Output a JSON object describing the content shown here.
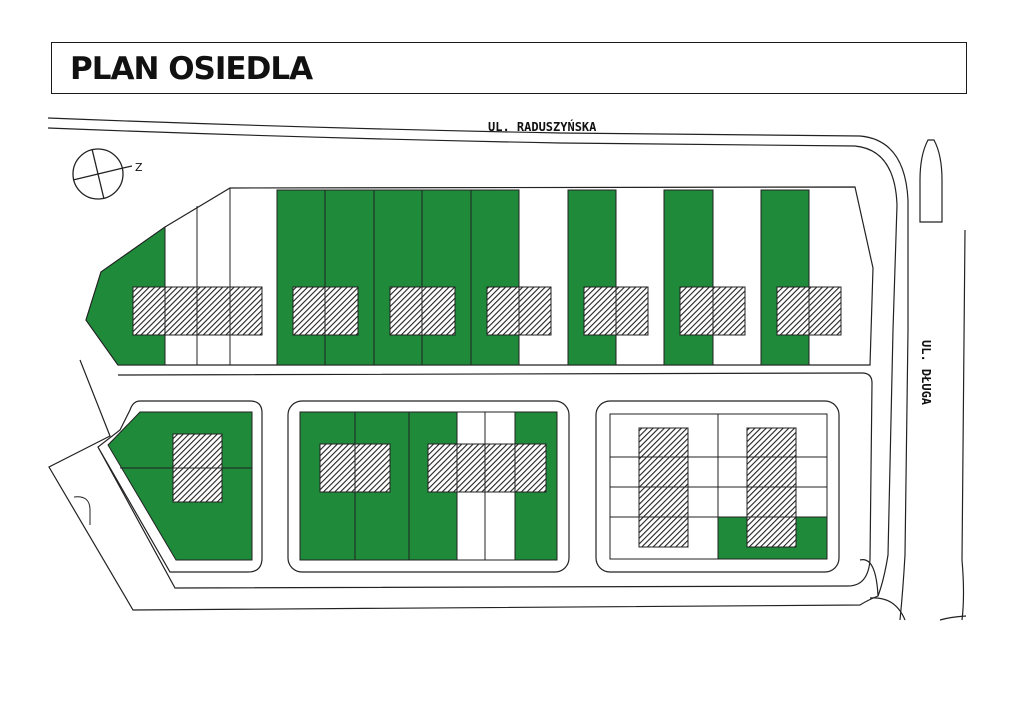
{
  "title": "PLAN OSIEDLA",
  "north_letter": "Z",
  "streets": {
    "top": "UL. RADUSZYŃSKA",
    "right": "UL. DŁUGA"
  },
  "colors": {
    "plot_sold": "#1e8a3a",
    "plot_free": "#ffffff",
    "house": "#222222",
    "line": "#222222"
  },
  "icons": {
    "north_arrow": "compass-icon",
    "house": "house-footprint-icon"
  }
}
